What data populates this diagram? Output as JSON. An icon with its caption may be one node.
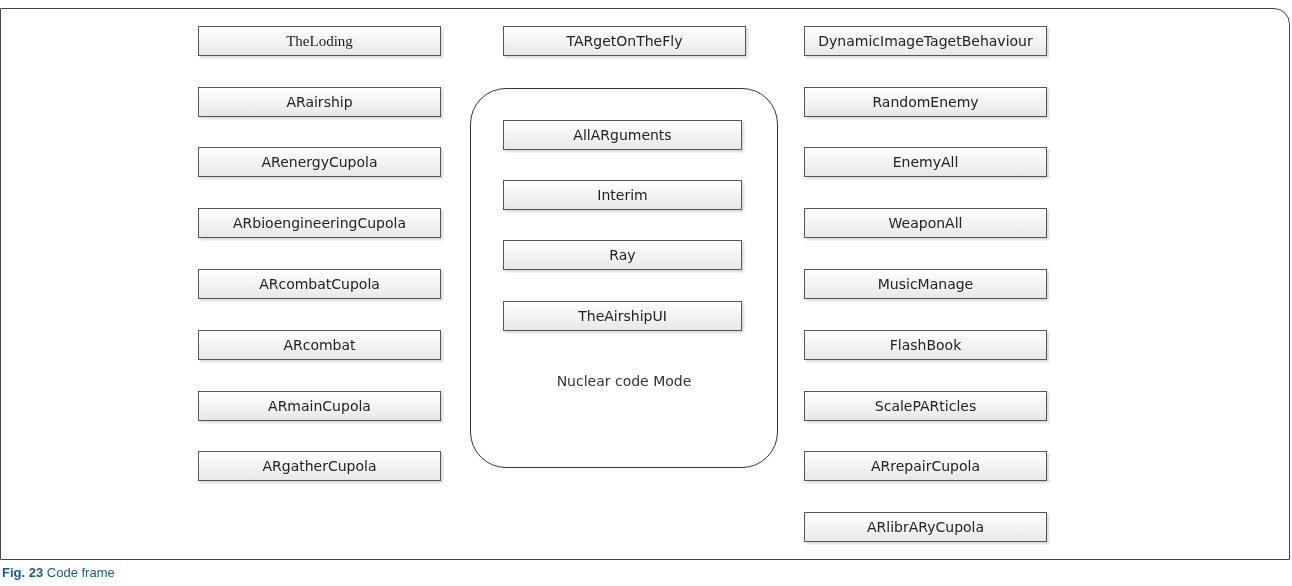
{
  "diagram": {
    "caption": "**Fig. 23** Code frame",
    "nodes": [
      {
        "text": [
          "TheLoding"
        ]
      },
      {
        "text": [
          "ARairship"
        ]
      },
      {
        "text": [
          "ARenergyCupola"
        ]
      },
      {
        "text": [
          "ARbioengineeringCupola"
        ]
      },
      {
        "text": [
          "ARcombatCupola"
        ]
      },
      {
        "text": [
          "ARcombat"
        ]
      },
      {
        "text": [
          "ARmainCupola"
        ]
      },
      {
        "text": [
          "ARgatherCupola"
        ]
      },
      {
        "text": [
          "TARgetOnTheFly"
        ]
      },
      {
        "text": [
          "Nuclear code Mode"
        ]
      },
      {
        "text": [
          "AllARguments"
        ],
        "in": 9
      },
      {
        "text": [
          "Interim"
        ],
        "in": 9
      },
      {
        "text": [
          "Ray"
        ],
        "in": 9
      },
      {
        "text": [
          "TheAirshipUI"
        ],
        "in": 9
      },
      {
        "text": [
          "DynamicImageTagetBehaviour"
        ]
      },
      {
        "text": [
          "RandomEnemy"
        ]
      },
      {
        "text": [
          "EnemyAll"
        ]
      },
      {
        "text": [
          "WeaponAll"
        ]
      },
      {
        "text": [
          "MusicManage"
        ]
      },
      {
        "text": [
          "FlashBook"
        ]
      },
      {
        "text": [
          "ScalePARticles"
        ]
      },
      {
        "text": [
          "ARrepairCupola"
        ]
      },
      {
        "text": [
          "ARlibrARyCupola"
        ]
      }
    ],
    "edges": []
  }
}
